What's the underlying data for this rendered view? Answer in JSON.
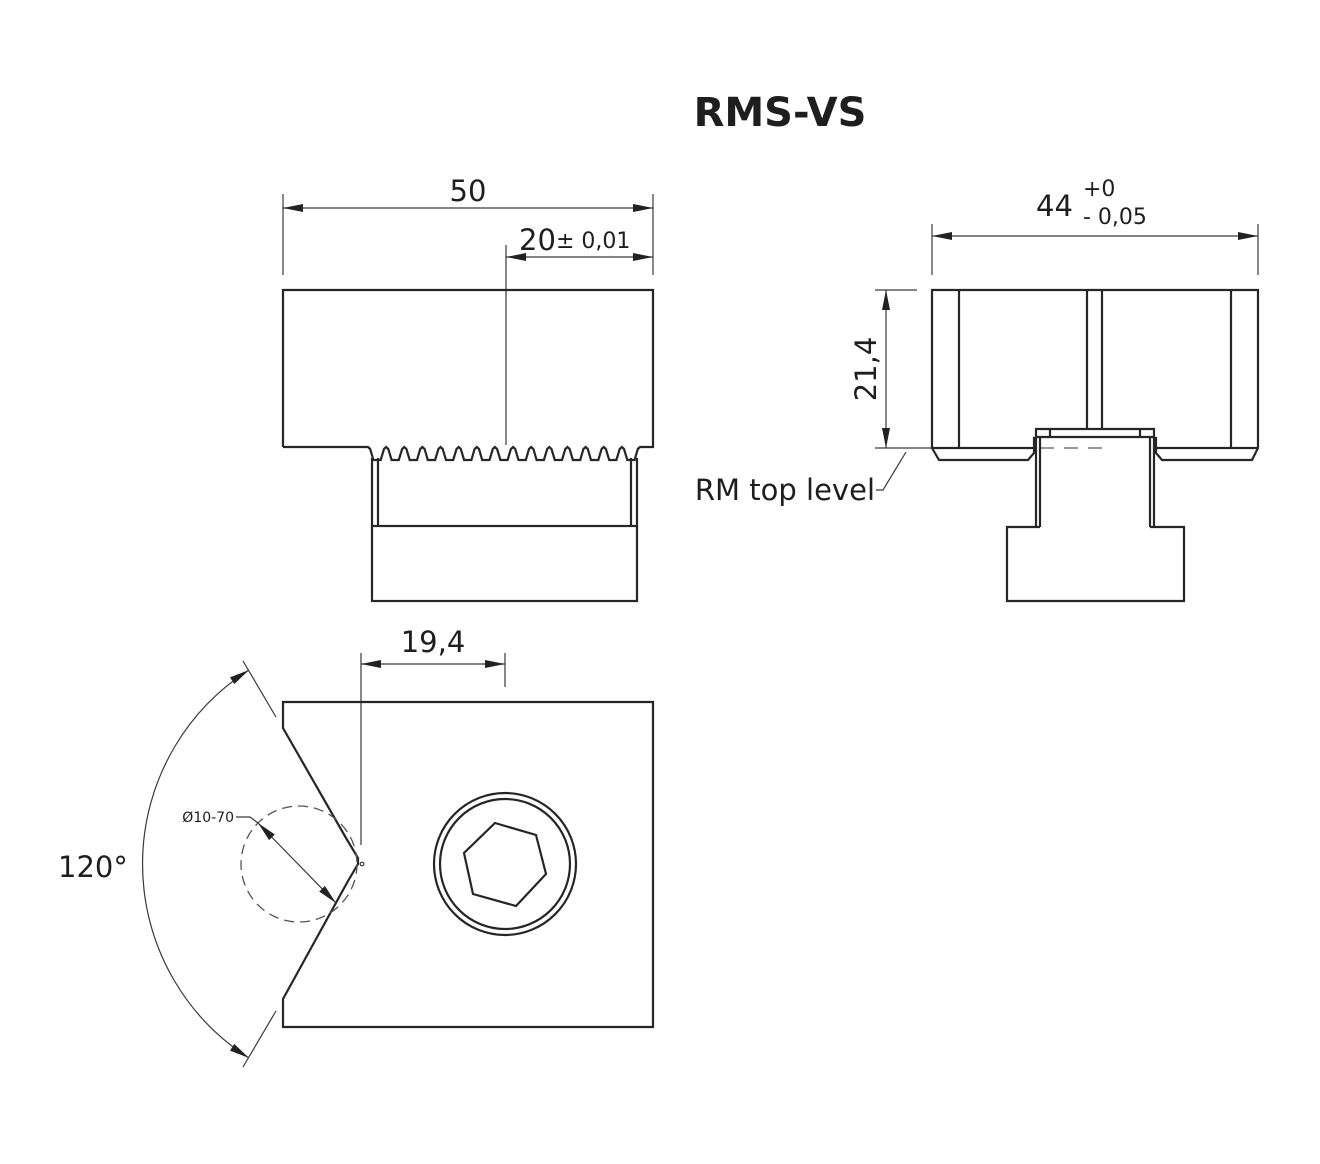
{
  "title": "RMS-VS",
  "front_view": {
    "width_dim": "50",
    "offset_dim": "20",
    "offset_tol": "± 0,01",
    "teeth_count": 15
  },
  "side_view": {
    "width_dim": "44",
    "width_tol_upper": "+0",
    "width_tol_lower": "- 0,05",
    "height_dim": "21,4",
    "reference_label": "RM top level"
  },
  "top_view": {
    "offset_dim": "19,4",
    "angle_dim": "120°",
    "diameter_range": "Ø10-70"
  }
}
